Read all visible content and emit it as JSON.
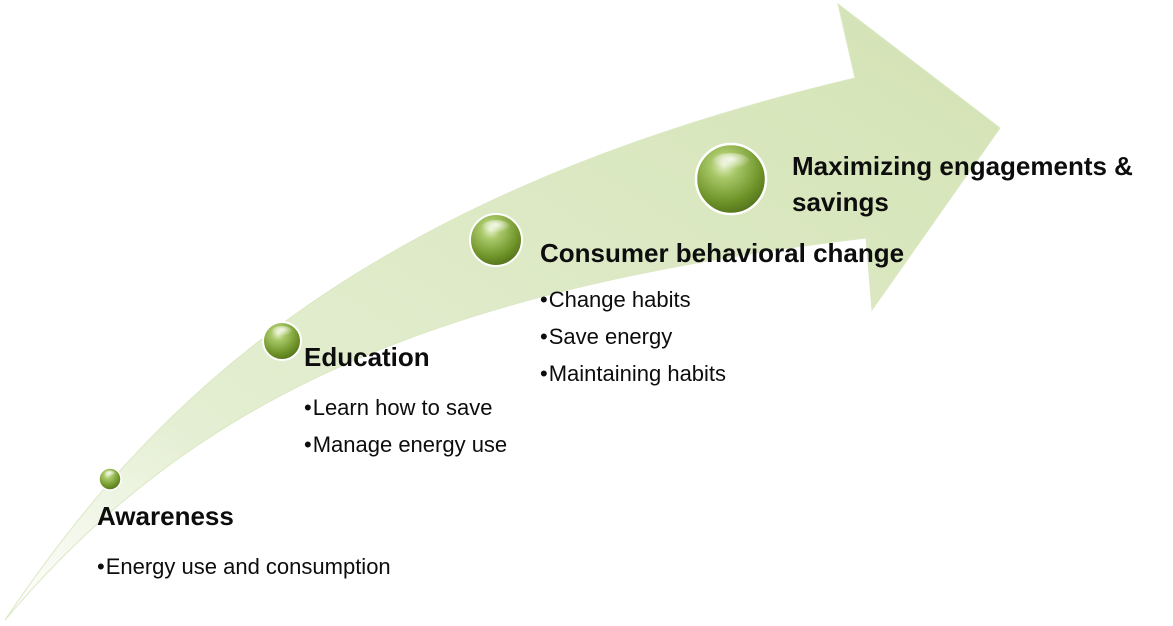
{
  "diagram": {
    "accent_color": "#dbe8c3",
    "bead_color": "#7ea33a",
    "stages": [
      {
        "title": "Awareness",
        "items": [
          "Energy use and consumption"
        ]
      },
      {
        "title": "Education",
        "items": [
          "Learn how to save",
          "Manage energy use"
        ]
      },
      {
        "title": "Consumer behavioral change",
        "items": [
          "Change habits",
          "Save energy",
          "Maintaining habits"
        ]
      },
      {
        "title_line1": "Maximizing engagements &",
        "title_line2": "savings"
      }
    ],
    "bullet": "•"
  }
}
